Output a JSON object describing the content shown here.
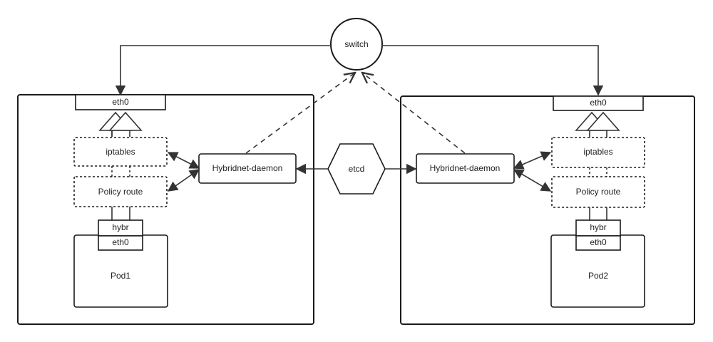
{
  "switch": {
    "label": "switch"
  },
  "etcd": {
    "label": "etcd"
  },
  "node1": {
    "eth0": "eth0",
    "iptables": "iptables",
    "policy_route": "Policy route",
    "daemon": "Hybridnet-daemon",
    "bridge": "hybr",
    "pod_eth0": "eth0",
    "pod": "Pod1"
  },
  "node2": {
    "eth0": "eth0",
    "iptables": "iptables",
    "policy_route": "Policy route",
    "daemon": "Hybridnet-daemon",
    "bridge": "hybr",
    "pod_eth0": "eth0",
    "pod": "Pod2"
  }
}
